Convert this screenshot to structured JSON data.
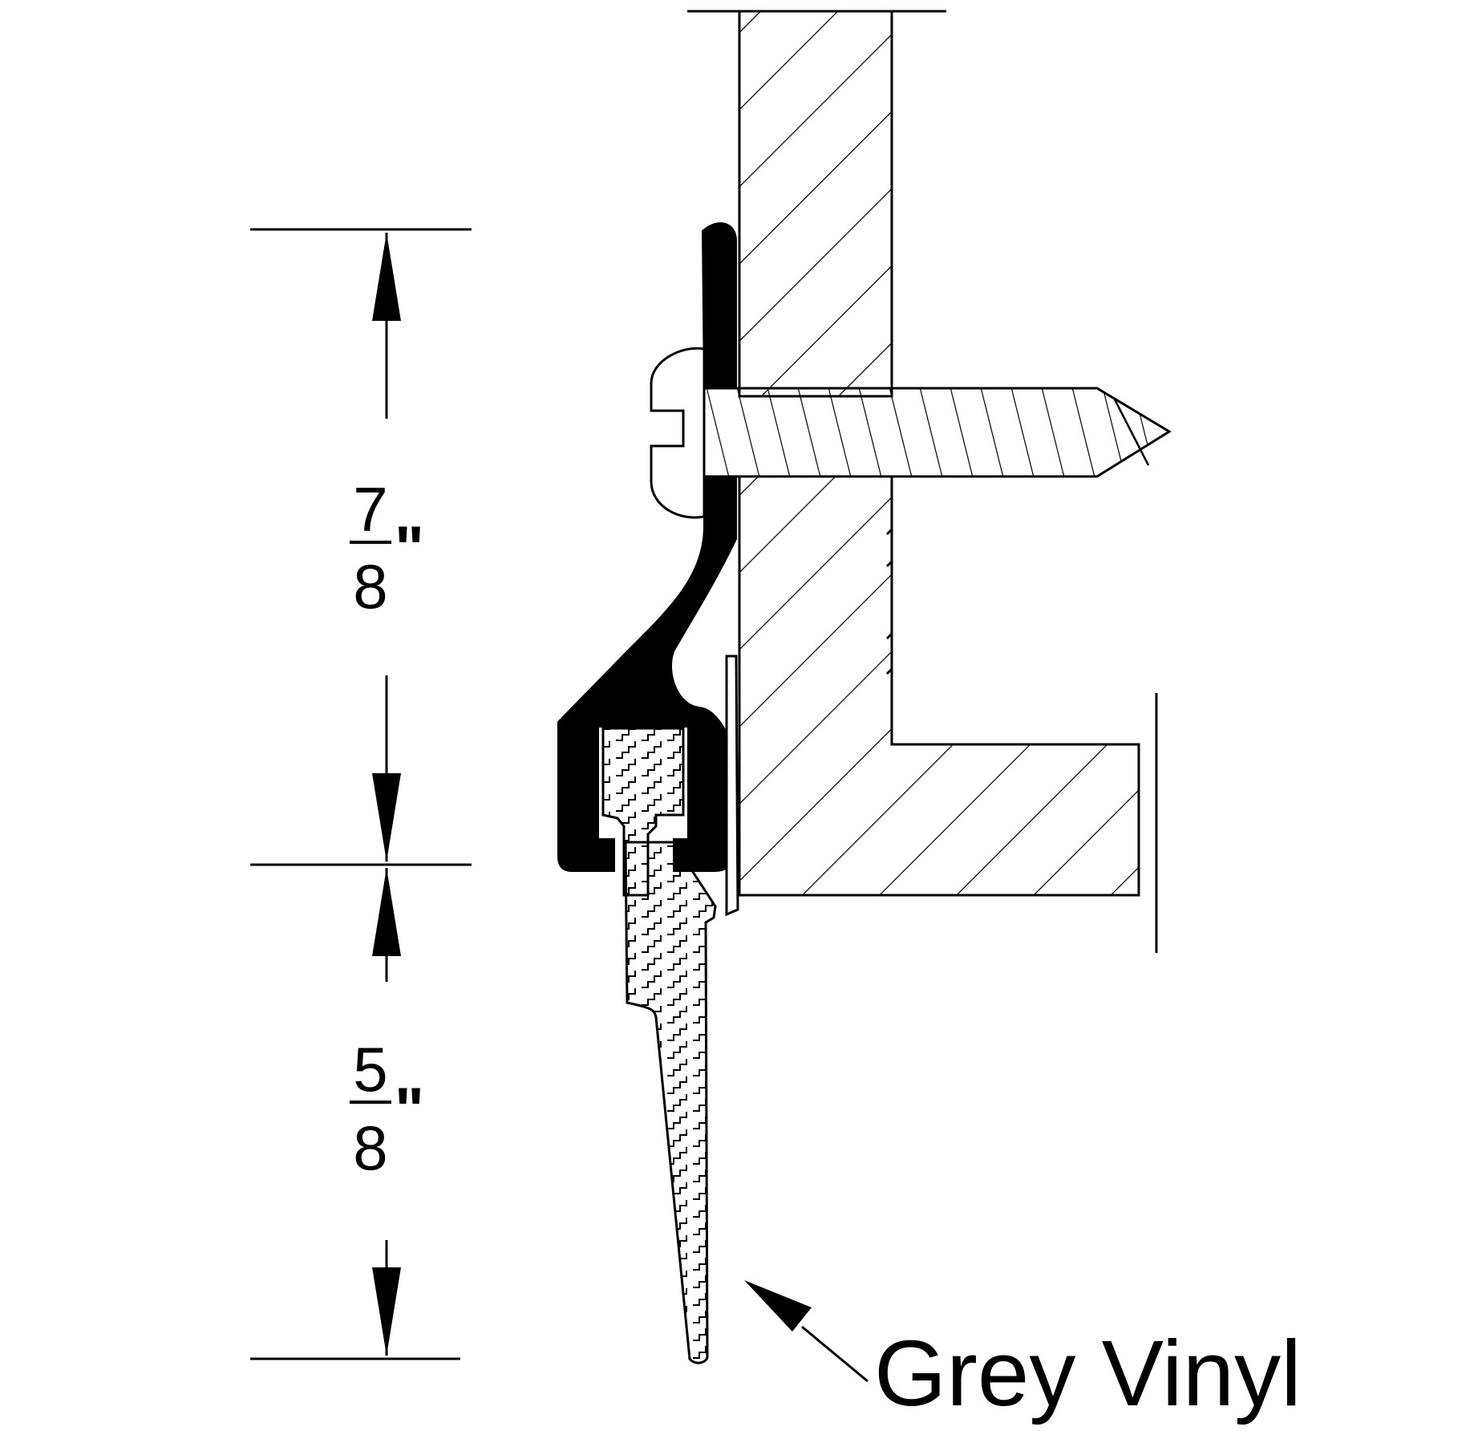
{
  "dimensions": [
    {
      "numerator": "7",
      "denominator": "8",
      "unit": "\""
    },
    {
      "numerator": "5",
      "denominator": "8",
      "unit": "\""
    }
  ],
  "callout": {
    "text": "Grey Vinyl"
  },
  "colors": {
    "ink": "#000000",
    "paper": "#ffffff"
  }
}
